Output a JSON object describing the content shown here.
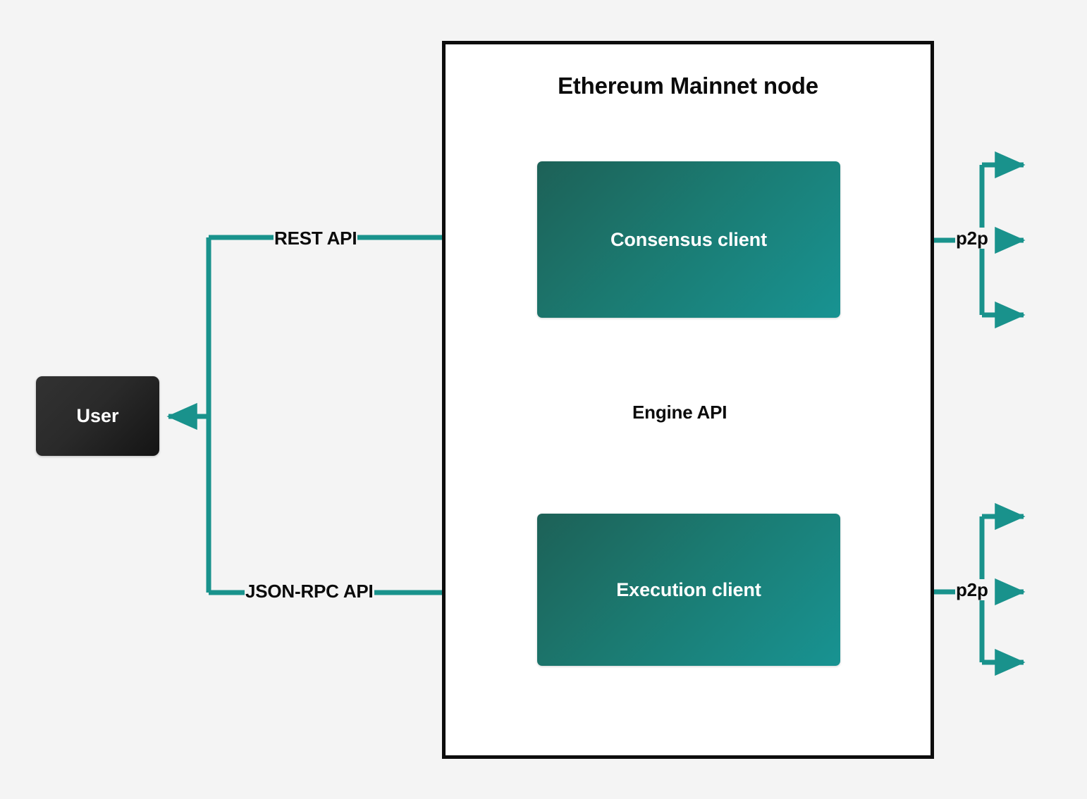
{
  "diagram": {
    "title": "Ethereum Mainnet node diagram",
    "background_color": "#f4f4f4",
    "accent_color": "#19928c",
    "node_box_color": "#ffffff",
    "node_border_color": "#0d0d0d",
    "client_gradient_from": "#1d6157",
    "client_gradient_to": "#189392",
    "user_box_color": "#222222",
    "label_text_color": "#0b0b0b"
  },
  "container": {
    "title": "Ethereum Mainnet node"
  },
  "nodes": {
    "user": {
      "label": "User"
    },
    "consensus_client": {
      "label": "Consensus client"
    },
    "execution_client": {
      "label": "Execution client"
    }
  },
  "edges": {
    "rest_api": {
      "label": "REST API",
      "from": "User",
      "to": "Consensus client",
      "style": "solid",
      "direction": "bidirectional"
    },
    "json_rpc_api": {
      "label": "JSON-RPC API",
      "from": "User",
      "to": "Execution client",
      "style": "solid",
      "direction": "bidirectional"
    },
    "engine_api": {
      "label": "Engine API",
      "from": "Consensus client",
      "to": "Execution client",
      "style": "solid-down-and-dashed-up",
      "direction": "bidirectional"
    },
    "p2p_consensus": {
      "label": "p2p",
      "attached_to": "Consensus client",
      "style": "solid",
      "direction": "bidirectional",
      "peer_branches": 3
    },
    "p2p_execution": {
      "label": "p2p",
      "attached_to": "Execution client",
      "style": "solid",
      "direction": "bidirectional",
      "peer_branches": 3
    }
  }
}
